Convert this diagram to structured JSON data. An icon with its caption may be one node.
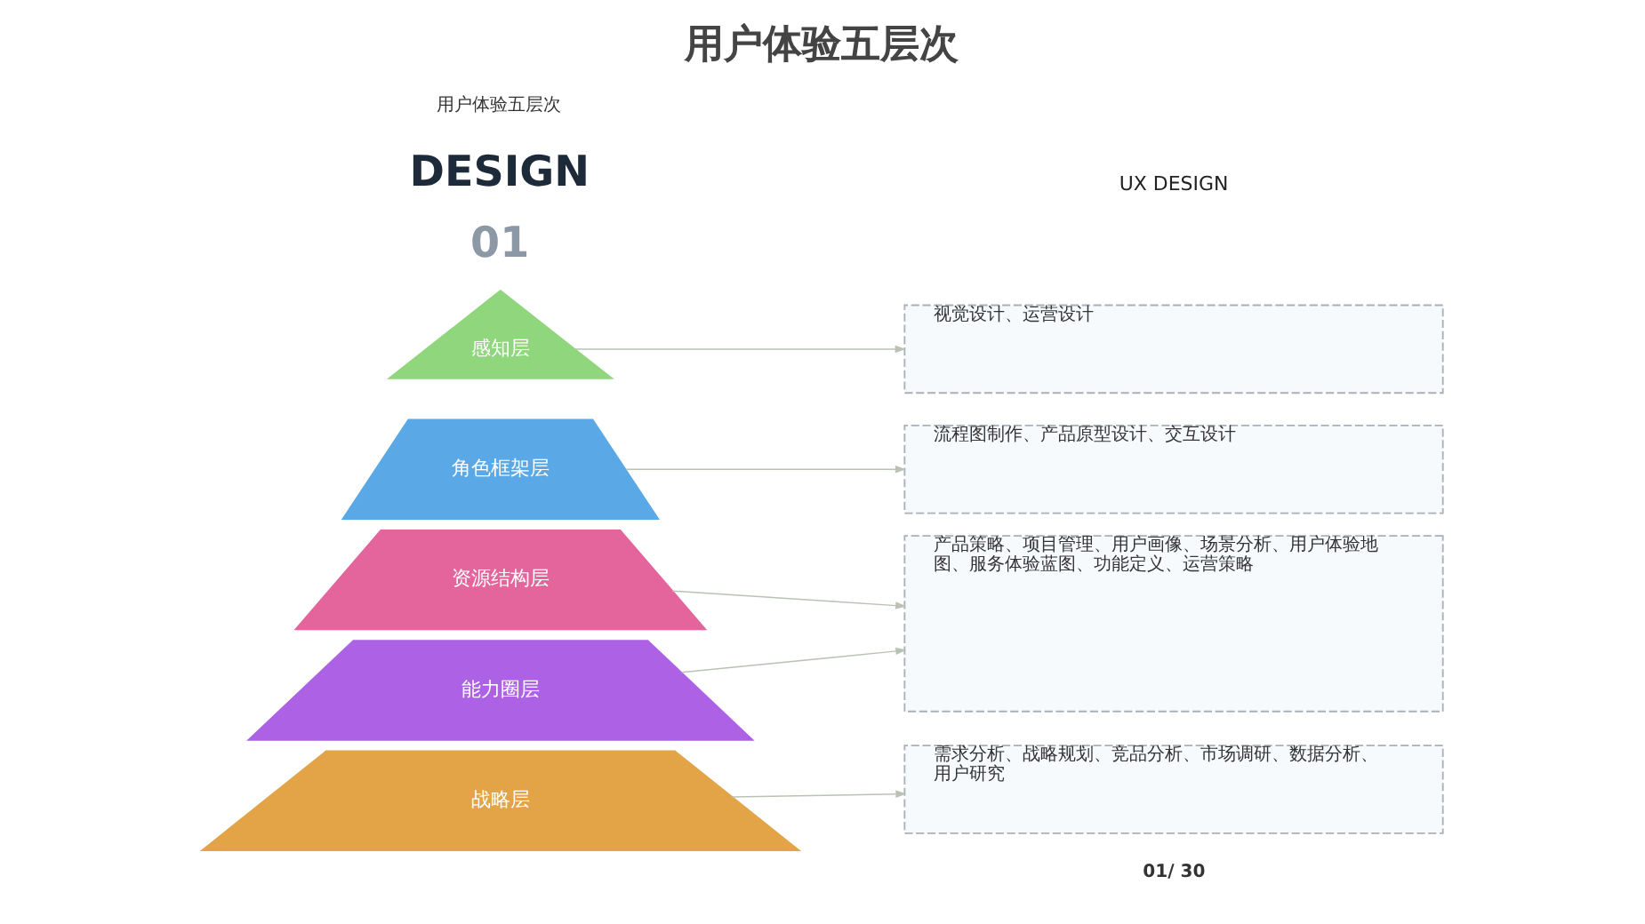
{
  "diagram": {
    "title": "用户体验五层次",
    "nodes": [
      {
        "text": [
          "感知层"
        ]
      },
      {
        "text": [
          "角色框架层"
        ]
      },
      {
        "text": [
          "资源结构层"
        ]
      },
      {
        "text": [
          "能力圈层"
        ]
      },
      {
        "text": [
          "战略层"
        ]
      },
      {
        "text": [
          "视觉设计、运营设计"
        ]
      },
      {
        "text": [
          "流程图制作、产品原型设计、交互设计"
        ]
      },
      {
        "text": [
          "产品策略、项目管理、用户画像、场景分析、用户体验地图、服务体验蓝图、功能定义、运营策略"
        ]
      },
      {
        "text": [
          "需求分析、战略规划、竞品分析、市场调研、数据分析、用户研究"
        ]
      }
    ],
    "edges": [
      {
        "from": 0,
        "to": 5,
        "arrow": "to"
      },
      {
        "from": 1,
        "to": 6,
        "arrow": "to"
      },
      {
        "from": 2,
        "to": 7,
        "arrow": "to"
      },
      {
        "from": 3,
        "to": 7,
        "arrow": "to"
      },
      {
        "from": 4,
        "to": 8,
        "arrow": "to"
      }
    ],
    "labels": [
      "用户体验五层次",
      "DESIGN",
      "01",
      "UX DESIGN",
      "01/ 30"
    ]
  }
}
